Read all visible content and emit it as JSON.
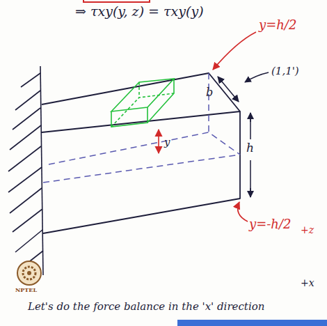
{
  "diagram": {
    "labels": [
      "⇒ τxy(y, z) = τxy(y)",
      "y=h/2",
      "b",
      "h",
      "(1,1')",
      "y",
      "y=-h/2",
      "+z",
      "+x",
      "Let's do the force balance in the 'x' direction",
      "NPTEL"
    ]
  }
}
